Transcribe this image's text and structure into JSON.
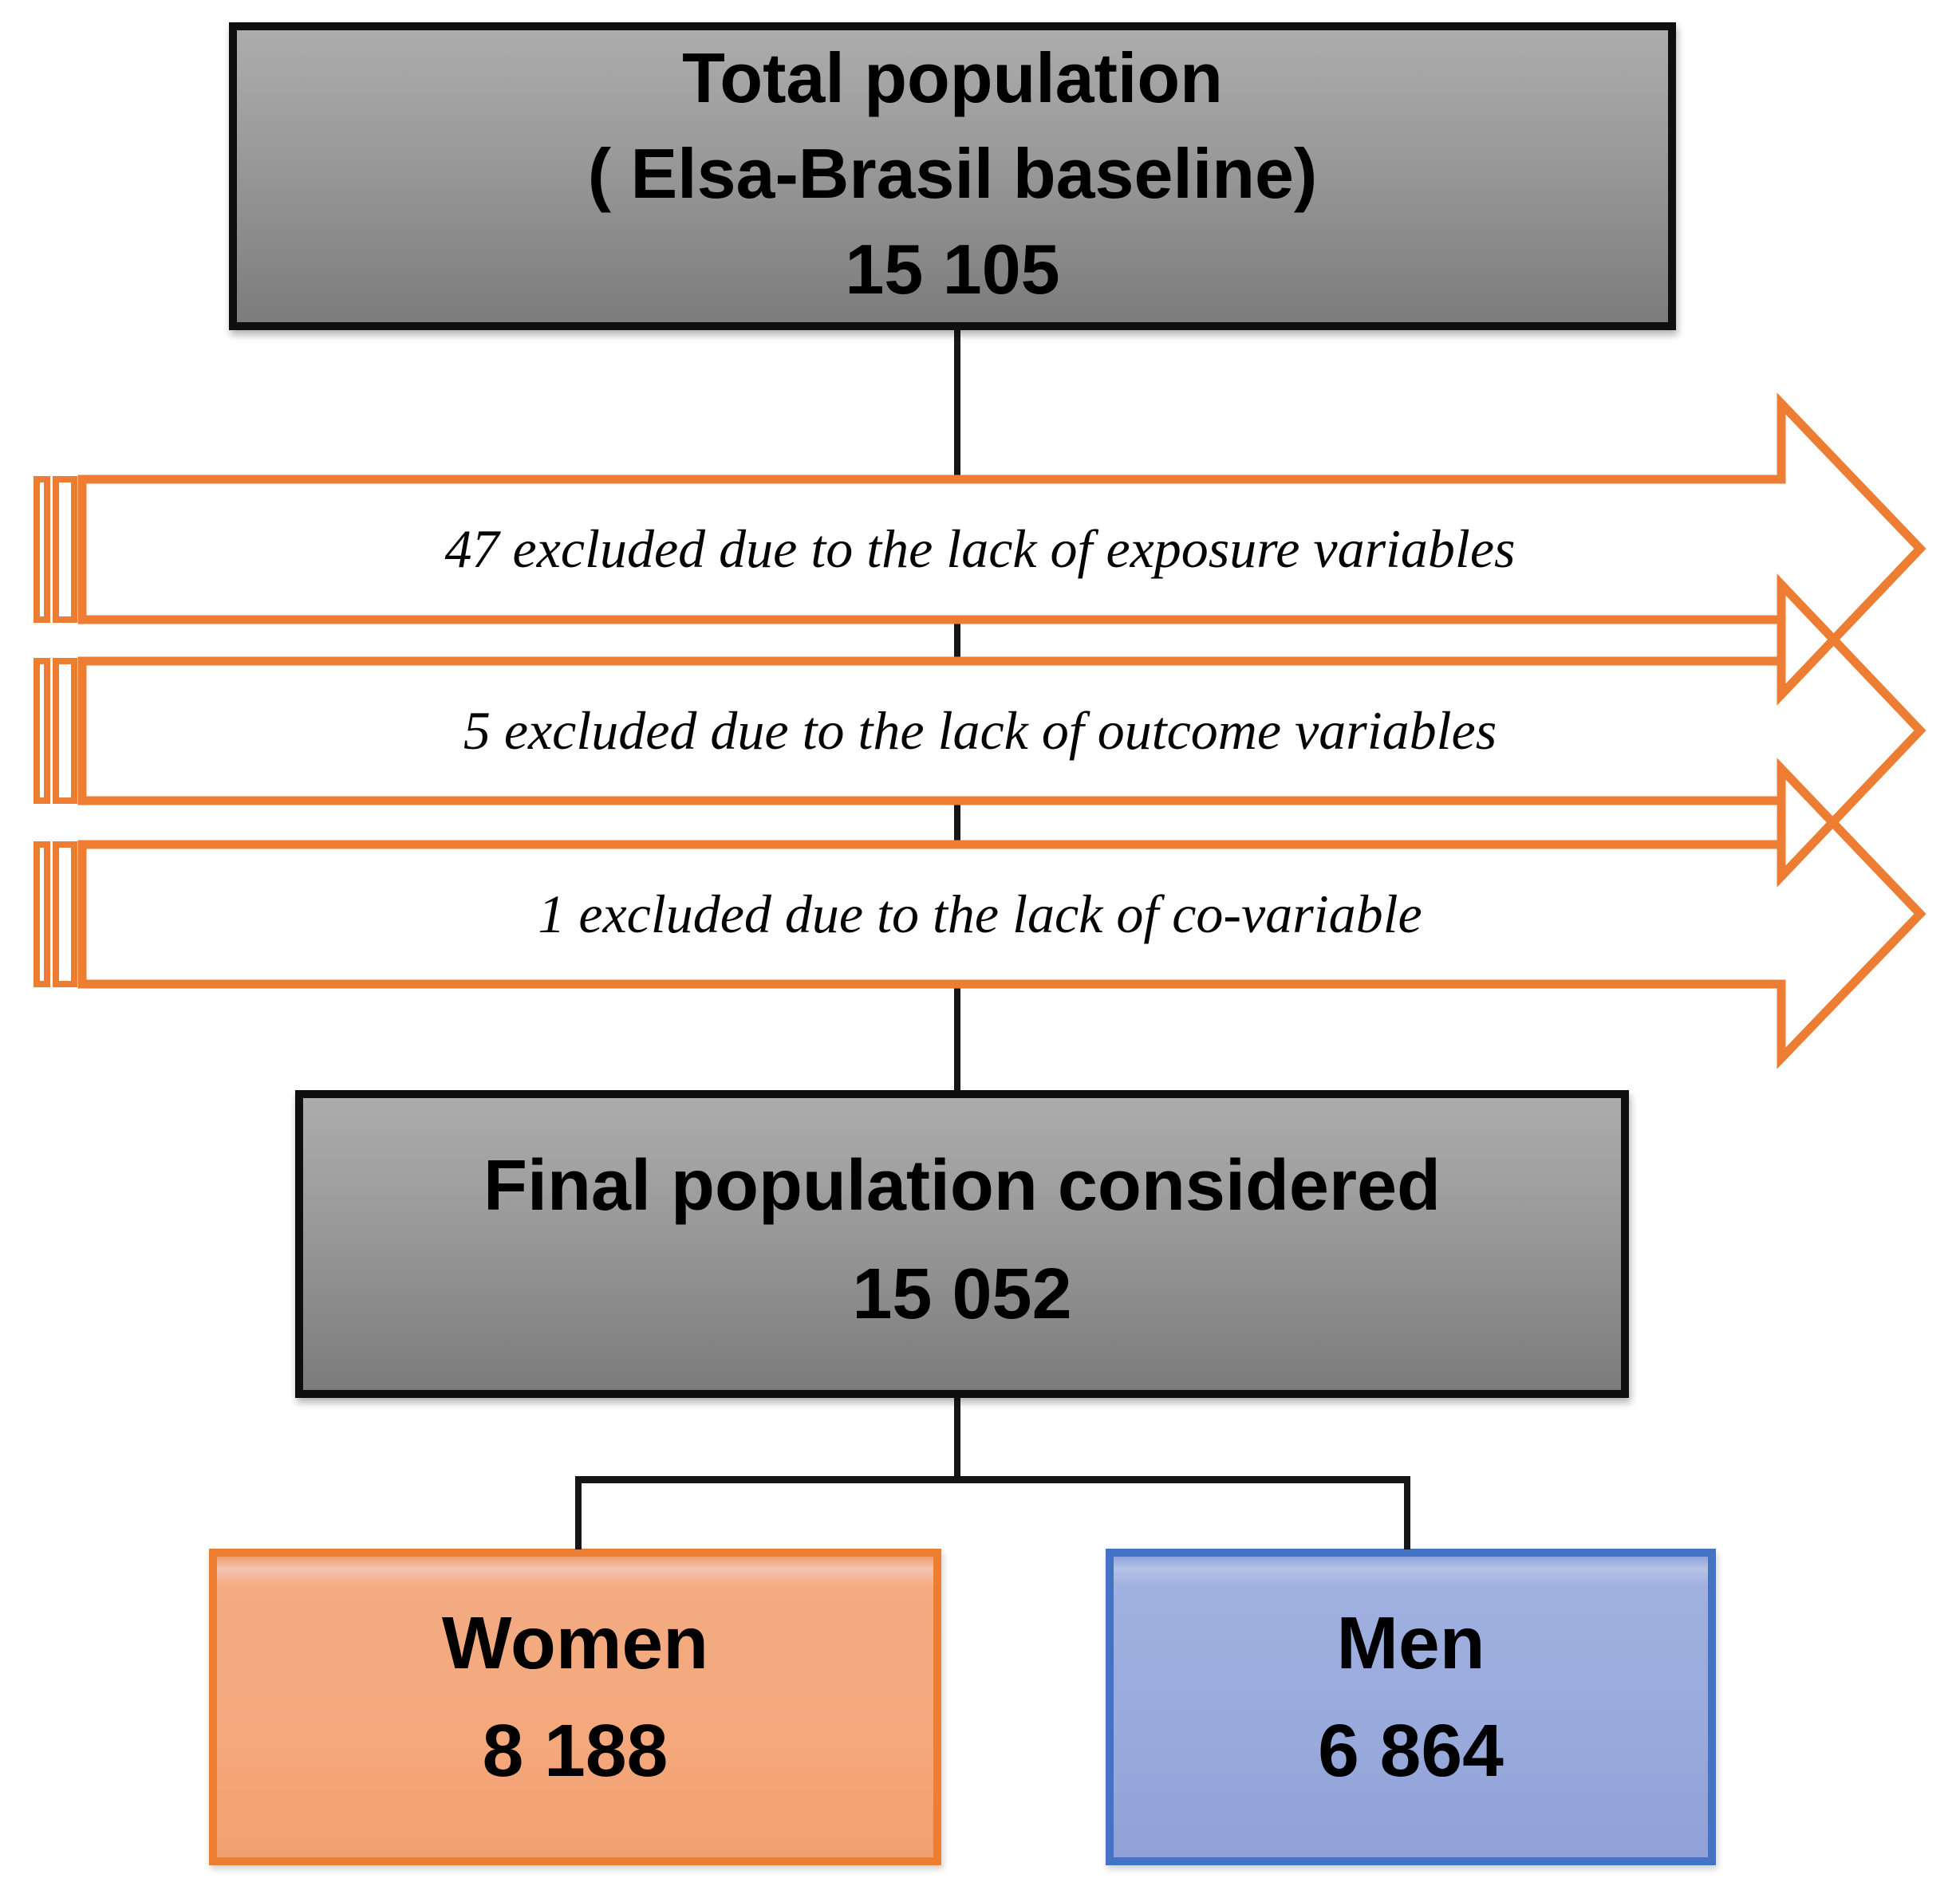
{
  "diagram": {
    "top_box": {
      "line1": "Total population",
      "line2": "( Elsa-Brasil baseline)",
      "line3": "15 105"
    },
    "arrows": [
      {
        "label": "47 excluded due to the lack of exposure variables"
      },
      {
        "label": "5 excluded due to the lack of outcome variables"
      },
      {
        "label": "1 excluded due to the lack of co-variable"
      }
    ],
    "final_box": {
      "line1": "Final population considered",
      "line2": "15 052"
    },
    "women_box": {
      "line1": "Women",
      "line2": "8 188"
    },
    "men_box": {
      "line1": "Men",
      "line2": "6 864"
    }
  },
  "colors": {
    "arrow_outline": "#EC7D33",
    "gray_box_border": "#0F0F0F",
    "gray_box_fill": "#969696",
    "women_border": "#ED7D31",
    "women_fill": "#F5A87C",
    "men_border": "#4472C4",
    "men_fill": "#98A9DC",
    "connector": "#161616"
  }
}
